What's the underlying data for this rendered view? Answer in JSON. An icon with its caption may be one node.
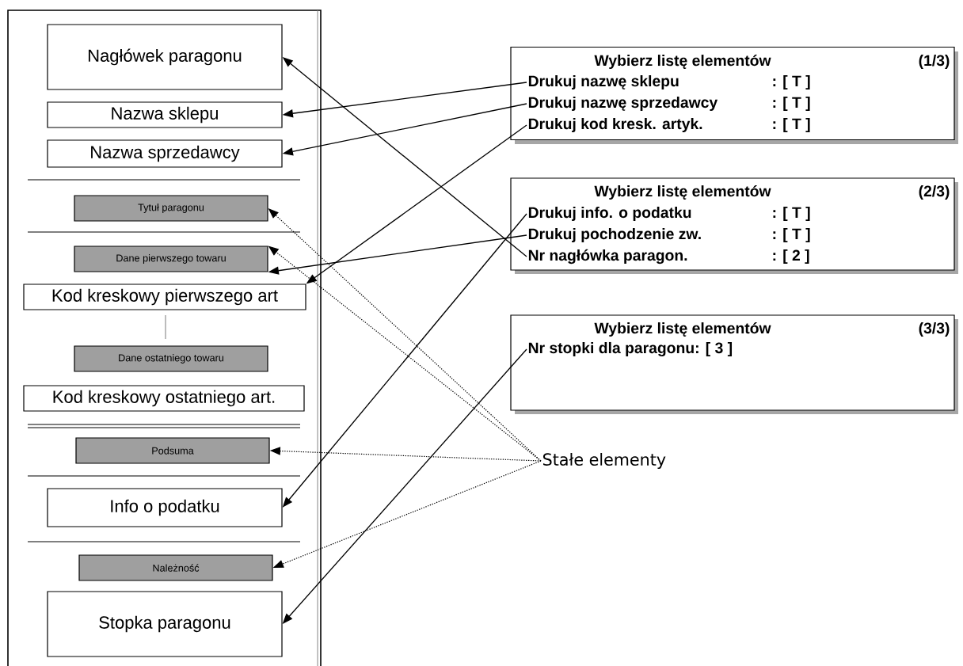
{
  "diagram": {
    "nodes": [
      {
        "text": [
          "Nagłówek paragonu"
        ]
      },
      {
        "text": [
          "Nazwa sklepu"
        ]
      },
      {
        "text": [
          "Nazwa sprzedawcy"
        ]
      },
      {
        "text": [
          "Tytuł paragonu"
        ]
      },
      {
        "text": [
          "Dane pierwszego towaru"
        ]
      },
      {
        "text": [
          "Kod kreskowy pierwszego art"
        ]
      },
      {
        "text": [
          "Dane ostatniego towaru"
        ]
      },
      {
        "text": [
          "Kod kreskowy ostatniego art."
        ]
      },
      {
        "text": [
          "Podsuma"
        ]
      },
      {
        "text": [
          "Info o podatku"
        ]
      },
      {
        "text": [
          "Należność"
        ]
      },
      {
        "text": [
          "Stopka paragonu"
        ]
      },
      {
        "text": [
          "Wybierz listę elementów",
          "(1/3)"
        ]
      },
      {
        "text": [
          "Drukuj nazwę sklepu",
          ": [ T ]"
        ],
        "in": 12
      },
      {
        "text": [
          "Drukuj nazwę sprzedawcy",
          ": [ T ]"
        ],
        "in": 12
      },
      {
        "text": [
          "Drukuj kod kresk. artyk.",
          ": [ T ]"
        ],
        "in": 12
      },
      {
        "text": [
          "Wybierz listę elementów",
          "(2/3)"
        ]
      },
      {
        "text": [
          "Drukuj info. o podatku",
          ": [ T ]"
        ],
        "in": 16
      },
      {
        "text": [
          "Drukuj pochodzenie zw.",
          ": [ T ]"
        ],
        "in": 16
      },
      {
        "text": [
          "Nr nagłówka paragon.",
          ": [ 2 ]"
        ],
        "in": 16
      },
      {
        "text": [
          "Wybierz listę elementów",
          "(3/3)"
        ]
      },
      {
        "text": [
          "Nr stopki dla paragonu: [ 3 ]"
        ],
        "in": 20
      },
      {
        "text": [
          "Stałe elementy"
        ]
      }
    ],
    "edges": [
      {
        "from": 13,
        "to": 1,
        "arrow": "to"
      },
      {
        "from": 14,
        "to": 2,
        "arrow": "to"
      },
      {
        "from": 15,
        "to": 5,
        "arrow": "to"
      },
      {
        "from": 17,
        "to": 9,
        "arrow": "to"
      },
      {
        "from": 18,
        "to": 4,
        "arrow": "to"
      },
      {
        "from": 19,
        "to": 0,
        "arrow": "to"
      },
      {
        "from": 21,
        "to": 11,
        "arrow": "to"
      },
      {
        "from": 22,
        "to": 3,
        "arrow": "to",
        "style": "dashed"
      },
      {
        "from": 22,
        "to": 4,
        "arrow": "to",
        "style": "dashed"
      },
      {
        "from": 22,
        "to": 8,
        "arrow": "to",
        "style": "dashed"
      },
      {
        "from": 22,
        "to": 10,
        "arrow": "to",
        "style": "dashed"
      }
    ]
  }
}
